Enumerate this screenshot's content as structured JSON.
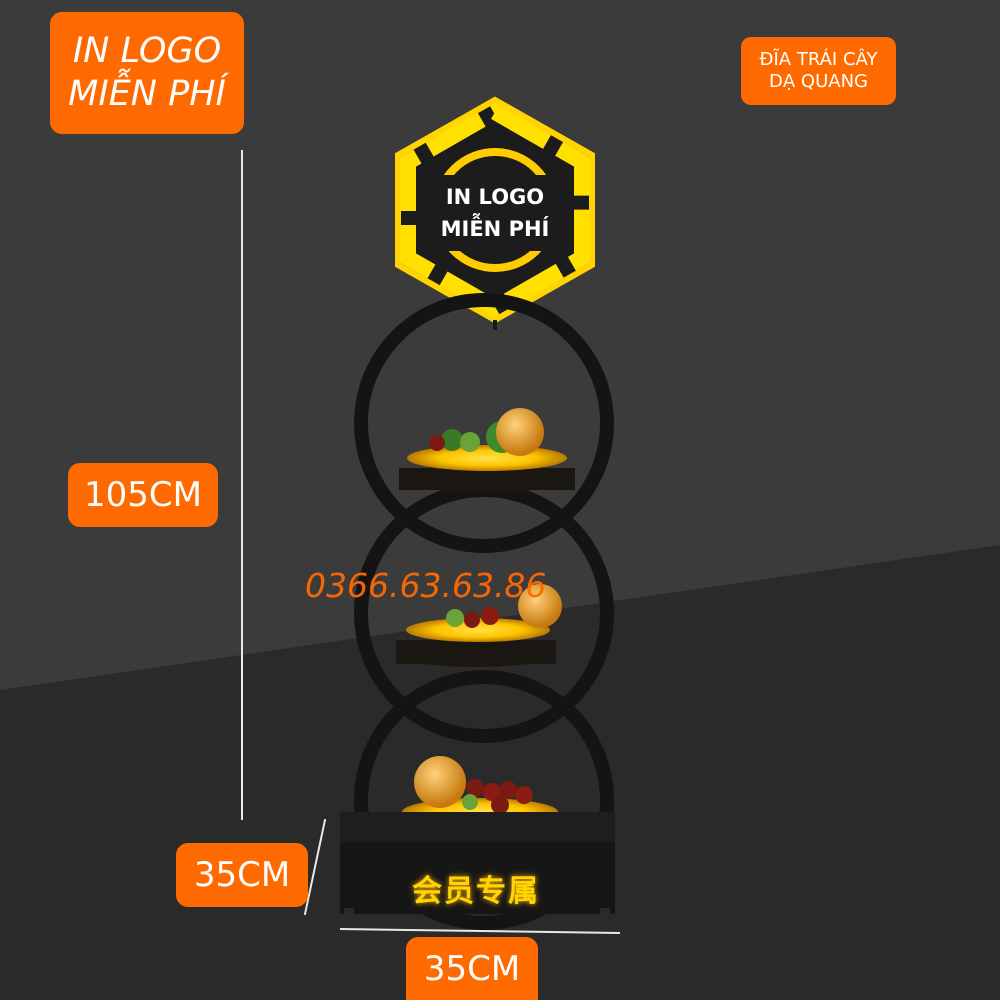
{
  "badges": {
    "free_logo_line1": "IN LOGO",
    "free_logo_line2": "MIỄN PHÍ",
    "title_line1": "ĐĨA TRÁI CÂY",
    "title_line2": "DẠ QUANG",
    "height": "105CM",
    "depth": "35CM",
    "width": "35CM"
  },
  "phone": "0366.63.63.86",
  "stand": {
    "logo_line1": "IN LOGO",
    "logo_line2": "MIỄN PHÍ",
    "base_sign": "会员专属"
  },
  "colors": {
    "accent": "#ff6a00",
    "glow": "#ffd400",
    "background_top": "#3a3a3a",
    "background_floor": "#2a2a2a",
    "frame": "#141414"
  }
}
